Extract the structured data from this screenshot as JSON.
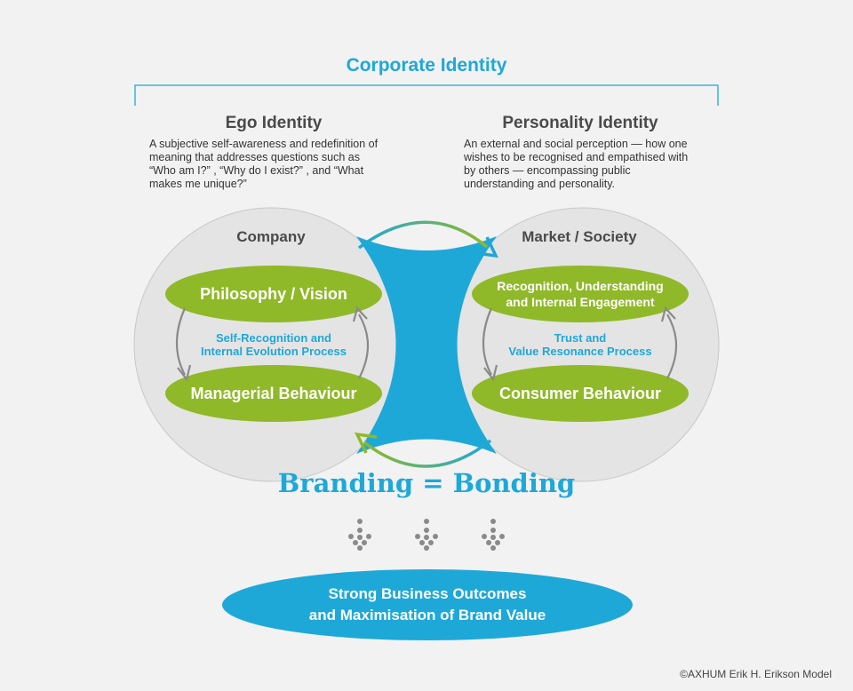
{
  "title": "Corporate Identity",
  "ego": {
    "title": "Ego Identity",
    "description_lines": [
      "A subjective self-awareness and redefinition of",
      "meaning that addresses questions such as",
      "“Who am I?” , “Why do I exist?” , and “What",
      "makes me unique?”"
    ]
  },
  "personality": {
    "title": "Personality Identity",
    "description_lines": [
      "An external and social perception — how one",
      "wishes to be recognised and empathised with",
      "by others — encompassing public",
      "understanding and personality."
    ]
  },
  "company": {
    "label": "Company",
    "top_pill": "Philosophy / Vision",
    "process_lines": [
      "Self-Recognition and",
      "Internal Evolution Process"
    ],
    "bottom_pill": "Managerial Behaviour"
  },
  "market": {
    "label": "Market / Society",
    "top_pill_lines": [
      "Recognition, Understanding",
      "and Internal Engagement"
    ],
    "process_lines": [
      "Trust and",
      "Value Resonance Process"
    ],
    "bottom_pill": "Consumer Behaviour"
  },
  "branding": "Branding = Bonding",
  "outcome_lines": [
    "Strong Business Outcomes",
    "and Maximisation of Brand Value"
  ],
  "footer": "©AXHUM Erik H. Erikson Model",
  "colors": {
    "accent_blue": "#1ea8d8",
    "green": "#8fb928",
    "circle_fill": "#e4e4e4",
    "arrow_gray": "#8a8a8a"
  }
}
